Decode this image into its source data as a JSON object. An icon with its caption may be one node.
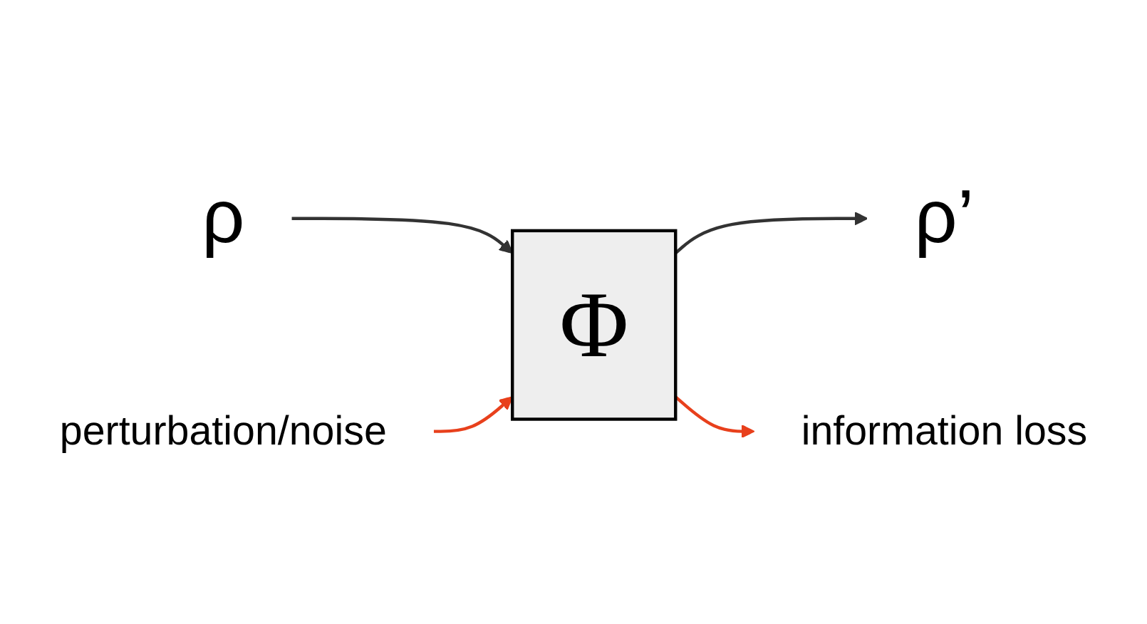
{
  "diagram": {
    "nodes": [
      {
        "text": [
          "ρ"
        ]
      },
      {
        "text": [
          "Φ"
        ]
      },
      {
        "text": [
          "ρ’"
        ]
      },
      {
        "text": [
          "perturbation/noise"
        ]
      },
      {
        "text": [
          "information loss"
        ]
      }
    ],
    "edges": [
      {
        "from": 0,
        "to": 1,
        "arrow": "to"
      },
      {
        "from": 1,
        "to": 2,
        "arrow": "to"
      },
      {
        "from": 3,
        "to": 1,
        "arrow": "to",
        "color": "#e8401c"
      },
      {
        "from": 1,
        "to": 4,
        "arrow": "to",
        "color": "#e8401c"
      }
    ]
  }
}
